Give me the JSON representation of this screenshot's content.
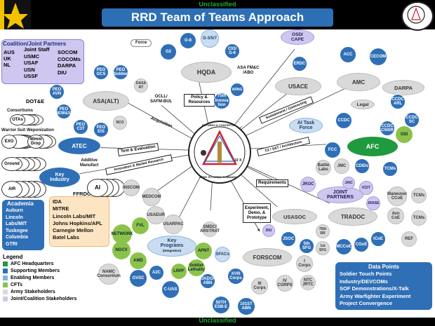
{
  "header": {
    "classification_top": "Unclassified",
    "classification_bottom": "Unclassified",
    "title": "RRD Team of Teams Approach",
    "colors": {
      "title_bg": "#2c6fb5",
      "header_bg": "#000000",
      "classification": "#22a83a",
      "afc_green": "#1f9a3e",
      "supporting": "#2f6fb6"
    }
  },
  "coalition": {
    "title": "Coalition/Joint Partners",
    "col1": "AUS\nUK\nNL",
    "col2": "Joint Staff\nUSMC\nUSAF\nUSN\nUSSF",
    "col3": "SOCOM\nCOCOMs\nDARPA\nDIU"
  },
  "academia": {
    "title": "Academia",
    "items": [
      "Auburn",
      "Lincoln",
      "Labs/MIT",
      "Tuskegee",
      "Columbia",
      "GTRI"
    ]
  },
  "ffrdc": {
    "title": "FFRDCs",
    "items": [
      "IDA",
      "MITRE",
      "Lincoln Labs/MIT",
      "Johns Hopkins/APL",
      "Carnegie Mellon",
      "Batel Labs"
    ]
  },
  "legend": {
    "title": "Legend",
    "items": [
      {
        "label": "AFC Headquarters",
        "color": "#1f9a3e"
      },
      {
        "label": "Supporting Members",
        "color": "#2f6fb6"
      },
      {
        "label": "Enabling Members",
        "color": "#7fb2e5"
      },
      {
        "label": "CFTs",
        "color": "#8bc34a"
      },
      {
        "label": "Army Stakeholders",
        "color": "#d9d9d9"
      },
      {
        "label": "Joint/Coalition Stakeholders",
        "color": "#cfc7ef"
      }
    ]
  },
  "data_points": {
    "title": "Data Points",
    "items": [
      "Soldier Touch Points",
      "Industry/DEVCOMs",
      "SOF Demonstrations/X-Talk",
      "Army Warfighter Experiment",
      "Project Convergence"
    ]
  },
  "center_seal": {
    "top": "FUTURES & CONCEPTS",
    "bottom": "ARMY FUTURES COMMAND",
    "right": "10 X"
  },
  "nodes": {
    "force": "Force",
    "g2": "G2",
    "g8": "G-8",
    "g357": "G-3/5/7",
    "cio": "CIO/\nG-6",
    "hqda": "HQDA",
    "asafm": "ASA FM&C\n/ABO",
    "arng": "ARNG",
    "policy": "Policy &\nResources",
    "innov": "75th\nInnova\ntion",
    "occl": "OCLL/\nSAFM-BUL",
    "asaalt": "ASA(ALT)",
    "peoavn": "PEO\nAVN",
    "peogcs": "PEO\nGCS",
    "peosoldier": "PEO\nSoldier",
    "dasa": "DASA\nRT",
    "peoiew": "PEO\nIEW&S",
    "peoc3t": "PEO\nC3T",
    "peoeis": "PEO\nEIS",
    "rco": "RCO",
    "acquisition": "Acquisition",
    "dote": "DOT&E",
    "consortiums": "Consortiums",
    "otas": "OTAs",
    "warrior": "Warrior Suit",
    "weaponization": "Weponization",
    "exo": "EXO",
    "drop": "40mm\nDrop",
    "atec": "ATEC",
    "test": "Test & Evaluation",
    "additive": "Additive\nManufact",
    "innovation": "Innovation & Market Research",
    "ground": "Ground",
    "keyindustry": "Key\nIndustry",
    "air": "AIR",
    "ai": "AI",
    "osd": "OSD/\nCAPE",
    "usace": "USACE",
    "erdc": "ERDC",
    "acc": "ACC",
    "cecom": "CECOM",
    "amc": "AMC",
    "darpa": "DARPA",
    "sustainment": "Sustainment / Contracting",
    "legal": "Legal",
    "aitf": "AI Task\nForce",
    "ccdc": "CCDC",
    "ccdcarl": "CCDC\nARL",
    "ccdcsc": "CCDC\nSC",
    "ccdccsisr": "CCDC\nC5ISR",
    "afc": "AFC",
    "osi": "OSI",
    "c2": "C2 / S&T / Architecture",
    "fcc": "FCC",
    "battlelabs": "Battle\nLabs",
    "jmc": "JMC",
    "cdids": "CDIDs",
    "tcms": "TCMs",
    "jaic": "JAIC",
    "icdt": "ICDT",
    "requirements": "Requirements",
    "jroc": "JROC",
    "joint": "JOINT\nPARTNERS",
    "jrase": "JRASE",
    "maneuver": "Maneuver\nCCoE",
    "tcms2": "TCMs",
    "avncoe": "Avn\nCoE",
    "tcms3": "TCMs",
    "insc": "INSCOM",
    "medcom": "MEDCOM",
    "usaeur": "USAEUR",
    "usarpac": "USARPAC",
    "smdc": "SMDC/\nARSTRAT",
    "experiment": "Experiment,\nDemo, &\nPrototype",
    "usasoc": "USASOC",
    "diu": "DIU",
    "jsoc": "JSOC",
    "sfg5": "5th\nSFG",
    "rr75": "75th\nRR",
    "sfg1": "1st\nSFG",
    "tradoc": "TRADOC",
    "mccoe": "MCCoE",
    "cgoe": "CGoE",
    "icoe": "ICoE",
    "ref": "REF",
    "fvl": "FVL",
    "network": "NETWORK",
    "ngcv": "NGCV",
    "amd": "AMD",
    "keyprog": "Key\nPrograms",
    "keyprog2": "(Integration)",
    "apnt": "APNT",
    "namc": "NAMC\nConsortium",
    "gvsc": "GVSC",
    "a2c": "A2C",
    "lrpf": "LRPF",
    "soldierleth": "Soldier\nLethality",
    "cuas": "C-UAS",
    "sfacs": "SFACs",
    "forscom": "FORSCOM",
    "icorps": "I\nCorps",
    "xviii": "XVIII\nCorps",
    "jado": "JADO/\nABN",
    "iiicorps": "III\nCorps",
    "ivcorps": "IV\nCORPS",
    "ntc": "NTC\nJRTC",
    "esb": "50TH\nESB-E",
    "abn101": "101ST\nABN"
  }
}
